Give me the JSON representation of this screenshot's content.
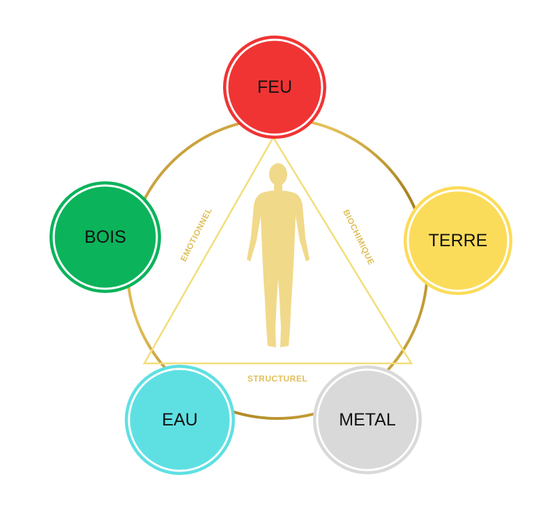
{
  "elements": [
    {
      "id": "feu",
      "label": "FEU",
      "color": "#f03434"
    },
    {
      "id": "terre",
      "label": "TERRE",
      "color": "#fbdc5a"
    },
    {
      "id": "metal",
      "label": "METAL",
      "color": "#d9d9d9"
    },
    {
      "id": "eau",
      "label": "EAU",
      "color": "#5ee0e3"
    },
    {
      "id": "bois",
      "label": "BOIS",
      "color": "#0bb35b"
    }
  ],
  "triangle": {
    "left_label": "EMOTIONNEL",
    "right_label": "BIOCHIMIQUE",
    "bottom_label": "STRUCTUREL"
  },
  "colors": {
    "ring_gold": "#c8a030",
    "triangle_yellow": "#f2de7a",
    "figure": "#f1d98a",
    "label_gold": "#e0bf5a"
  },
  "icons": [
    "human-figure-icon"
  ]
}
